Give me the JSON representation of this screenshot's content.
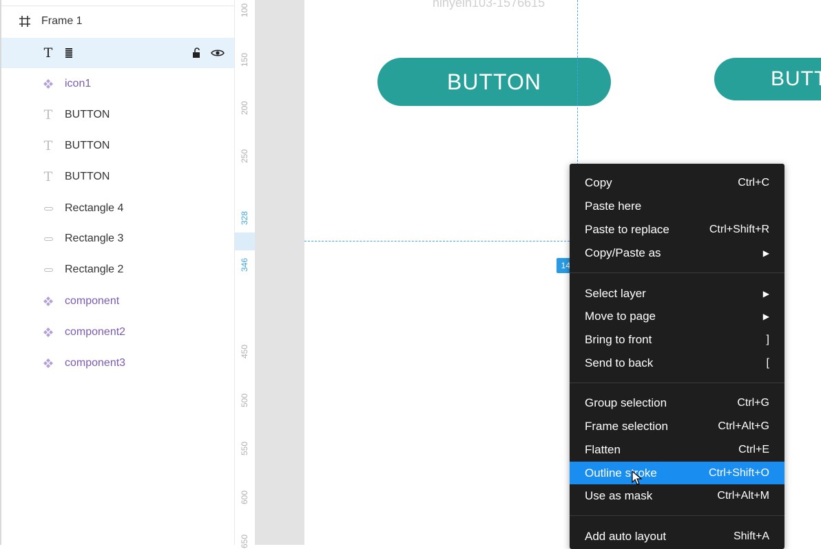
{
  "layers": {
    "frame_label": "Frame 1",
    "items": [
      {
        "label": "icon1"
      },
      {
        "label": "BUTTON"
      },
      {
        "label": "BUTTON"
      },
      {
        "label": "BUTTON"
      },
      {
        "label": "Rectangle 4"
      },
      {
        "label": "Rectangle 3"
      },
      {
        "label": "Rectangle 2"
      },
      {
        "label": "component"
      },
      {
        "label": "component2"
      },
      {
        "label": "component3"
      }
    ]
  },
  "ruler": {
    "ticks": [
      "100",
      "150",
      "200",
      "250",
      "328",
      "346",
      "450",
      "500",
      "550",
      "600",
      "650"
    ]
  },
  "canvas": {
    "ghost_text": "hinyein103-1576615",
    "button1_label": "BUTTON",
    "button2_label": "BUTTON",
    "measure_badge": "14"
  },
  "context_menu": {
    "items": [
      {
        "label": "Copy",
        "shortcut": "Ctrl+C"
      },
      {
        "label": "Paste here",
        "shortcut": ""
      },
      {
        "label": "Paste to replace",
        "shortcut": "Ctrl+Shift+R"
      },
      {
        "label": "Copy/Paste as",
        "shortcut": "▶"
      },
      {
        "label": "Select layer",
        "shortcut": "▶"
      },
      {
        "label": "Move to page",
        "shortcut": "▶"
      },
      {
        "label": "Bring to front",
        "shortcut": "]"
      },
      {
        "label": "Send to back",
        "shortcut": "["
      },
      {
        "label": "Group selection",
        "shortcut": "Ctrl+G"
      },
      {
        "label": "Frame selection",
        "shortcut": "Ctrl+Alt+G"
      },
      {
        "label": "Flatten",
        "shortcut": "Ctrl+E"
      },
      {
        "label": "Outline stroke",
        "shortcut": "Ctrl+Shift+O"
      },
      {
        "label": "Use as mask",
        "shortcut": "Ctrl+Alt+M"
      },
      {
        "label": "Add auto layout",
        "shortcut": "Shift+A"
      }
    ]
  },
  "colors": {
    "accent": "#27a09a",
    "selection": "#1a8ef0",
    "guide": "#3fa6e6"
  }
}
